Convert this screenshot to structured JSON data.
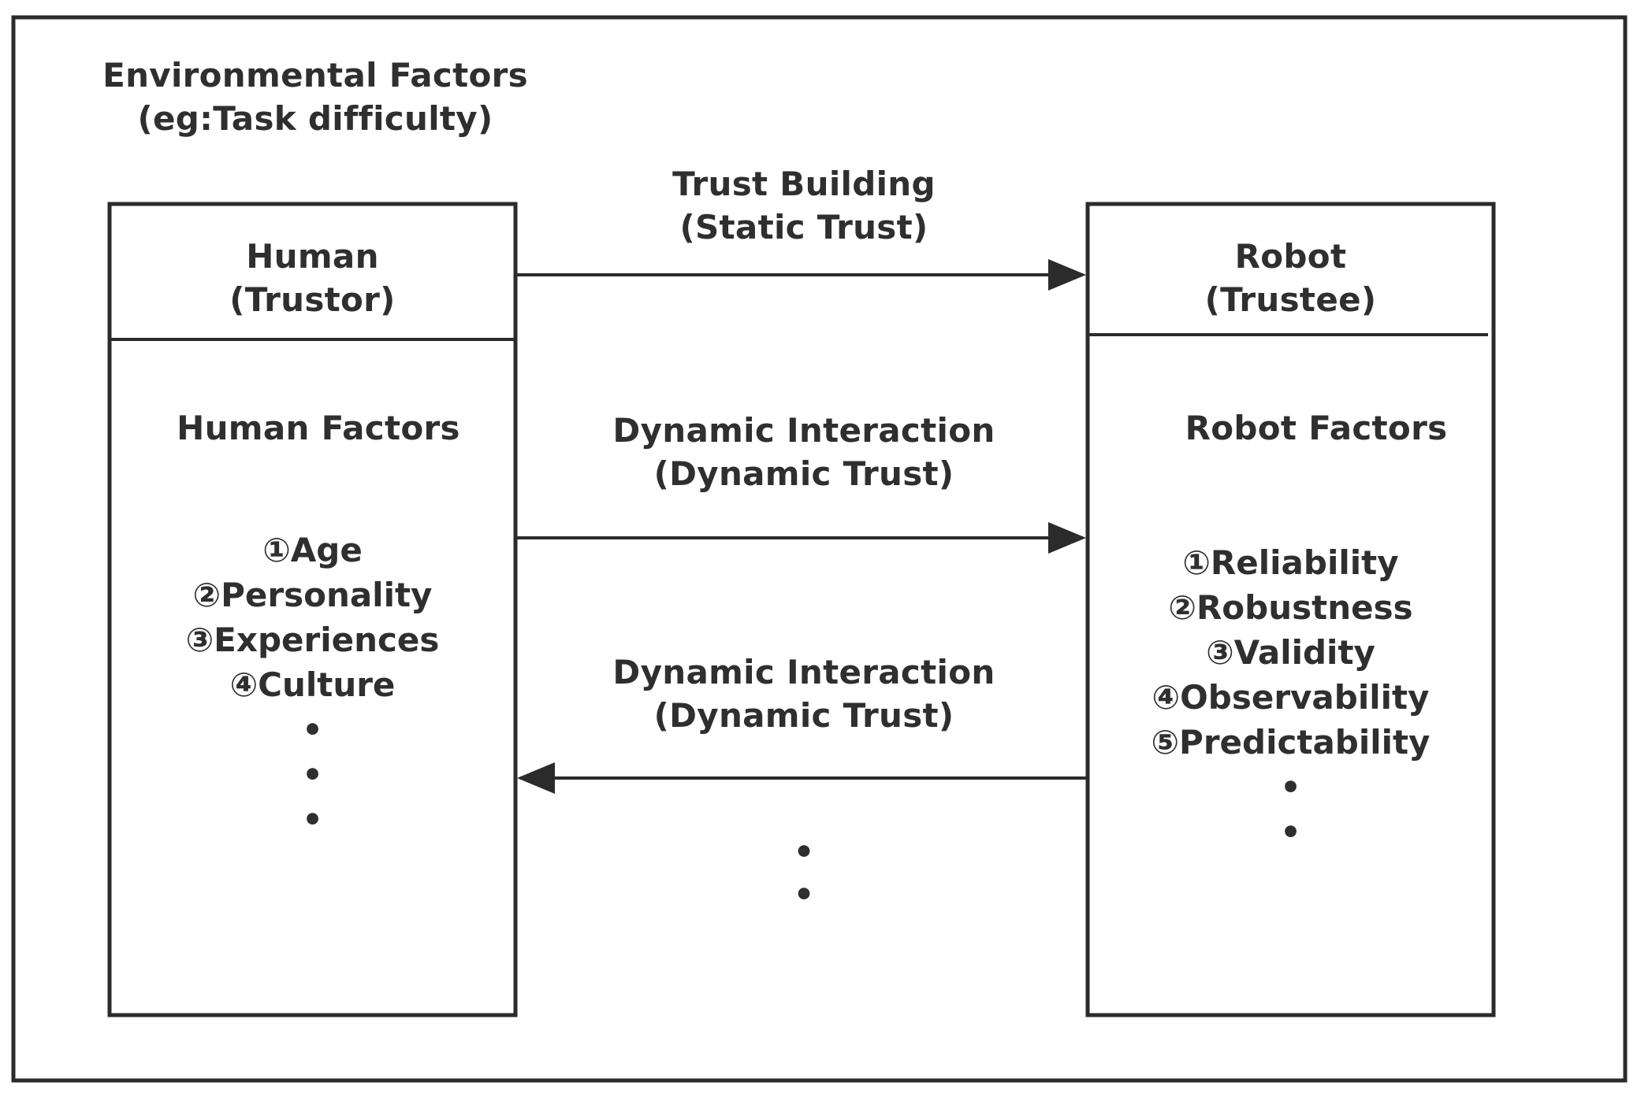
{
  "environment": {
    "title_line1": "Environmental Factors",
    "title_line2": "(eg:Task difficulty)"
  },
  "human": {
    "header_line1": "Human",
    "header_line2": "(Trustor)",
    "factors_title": "Human Factors",
    "factors": [
      "①Age",
      "②Personality",
      "③Experiences",
      "④Culture"
    ],
    "continuation": [
      "•",
      "•",
      "•"
    ]
  },
  "robot": {
    "header_line1": "Robot",
    "header_line2": "(Trustee)",
    "factors_title": "Robot Factors",
    "factors": [
      "①Reliability",
      "②Robustness",
      "③Validity",
      "④Observability",
      "⑤Predictability"
    ],
    "continuation": [
      "•",
      "•"
    ]
  },
  "links": [
    {
      "line1": "Trust Building",
      "line2": "(Static Trust)",
      "direction": "human-to-robot"
    },
    {
      "line1": "Dynamic Interaction",
      "line2": "(Dynamic Trust)",
      "direction": "human-to-robot"
    },
    {
      "line1": "Dynamic Interaction",
      "line2": "(Dynamic Trust)",
      "direction": "robot-to-human"
    }
  ],
  "links_continuation": [
    "•",
    "•"
  ],
  "colors": {
    "stroke": "#2b2b2b",
    "text": "#2f2f2f",
    "background": "#ffffff"
  }
}
